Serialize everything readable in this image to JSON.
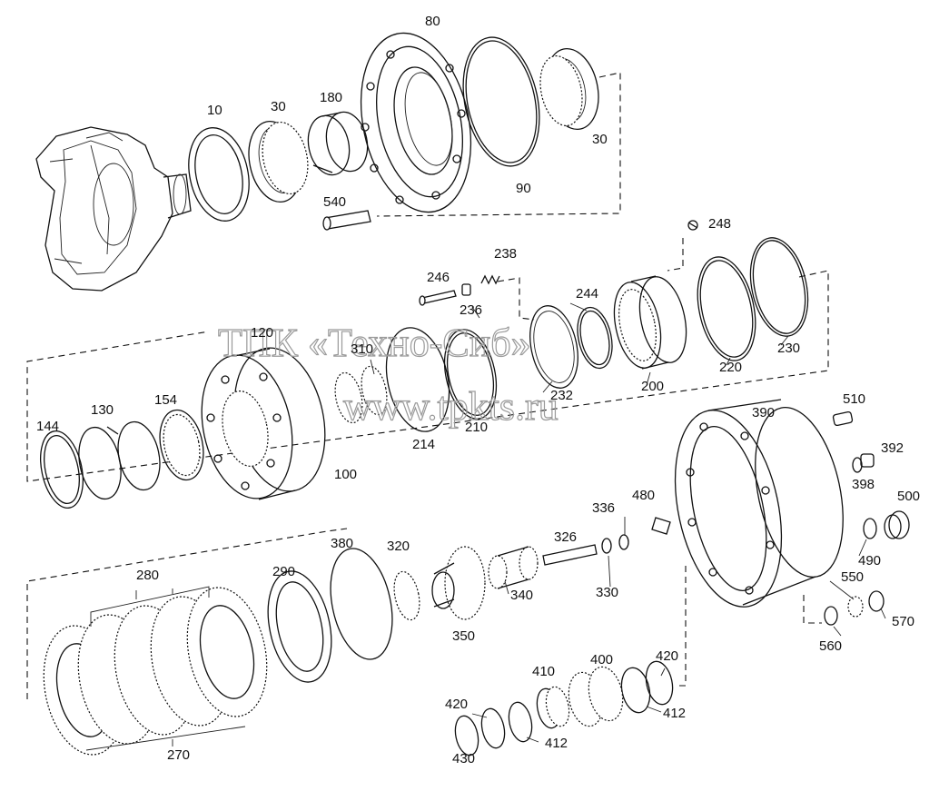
{
  "watermark": {
    "line1": "ТПК «Техно-Сиб»",
    "line2": "www.tpkts.ru"
  },
  "labels": {
    "p10": "10",
    "p30a": "30",
    "p180": "180",
    "p80": "80",
    "p30b": "30",
    "p90": "90",
    "p540": "540",
    "p248": "248",
    "p246": "246",
    "p238": "238",
    "p236": "236",
    "p244": "244",
    "p120": "120",
    "p310": "310",
    "p230": "230",
    "p220": "220",
    "p200": "200",
    "p232": "232",
    "p210": "210",
    "p214": "214",
    "p100": "100",
    "p144": "144",
    "p130": "130",
    "p154": "154",
    "p390": "390",
    "p510": "510",
    "p392": "392",
    "p398": "398",
    "p500": "500",
    "p480": "480",
    "p336": "336",
    "p326": "326",
    "p380": "380",
    "p320": "320",
    "p280": "280",
    "p290": "290",
    "p340": "340",
    "p330": "330",
    "p490": "490",
    "p550": "550",
    "p570": "570",
    "p560": "560",
    "p350": "350",
    "p420a": "420",
    "p400": "400",
    "p410": "410",
    "p420b": "420",
    "p412a": "412",
    "p412b": "412",
    "p430": "430",
    "p270": "270"
  }
}
